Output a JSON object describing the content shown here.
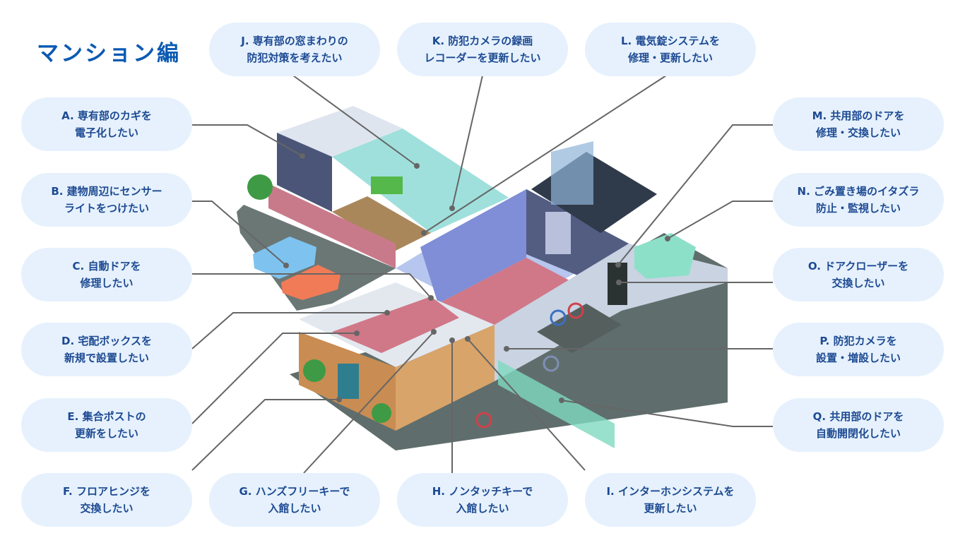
{
  "title": "マンション編",
  "items": {
    "A": {
      "line1": "A. 専有部のカギを",
      "line2": "電子化したい"
    },
    "B": {
      "line1": "B. 建物周辺にセンサー",
      "line2": "ライトをつけたい"
    },
    "C": {
      "line1": "C. 自動ドアを",
      "line2": "修理したい"
    },
    "D": {
      "line1": "D. 宅配ボックスを",
      "line2": "新規で設置したい"
    },
    "E": {
      "line1": "E. 集合ポストの",
      "line2": "更新をしたい"
    },
    "F": {
      "line1": "F. フロアヒンジを",
      "line2": "交換したい"
    },
    "G": {
      "line1": "G. ハンズフリーキーで",
      "line2": "入館したい"
    },
    "H": {
      "line1": "H. ノンタッチキーで",
      "line2": "入館したい"
    },
    "I": {
      "line1": "I. インターホンシステムを",
      "line2": "更新したい"
    },
    "J": {
      "line1": "J. 専有部の窓まわりの",
      "line2": "防犯対策を考えたい"
    },
    "K": {
      "line1": "K. 防犯カメラの録画",
      "line2": "レコーダーを更新したい"
    },
    "L": {
      "line1": "L. 電気錠システムを",
      "line2": "修理・更新したい"
    },
    "M": {
      "line1": "M. 共用部のドアを",
      "line2": "修理・交換したい"
    },
    "N": {
      "line1": "N. ごみ置き場のイタズラ",
      "line2": "防止・監視したい"
    },
    "O": {
      "line1": "O. ドアクローザーを",
      "line2": "交換したい"
    },
    "P": {
      "line1": "P. 防犯カメラを",
      "line2": "設置・増設したい"
    },
    "Q": {
      "line1": "Q. 共用部のドアを",
      "line2": "自動開閉化したい"
    }
  },
  "colors": {
    "accent": "#0b5ab3",
    "pill_bg": "#e6f1fd",
    "pill_text": "#1d4a92",
    "leader": "#666666"
  }
}
